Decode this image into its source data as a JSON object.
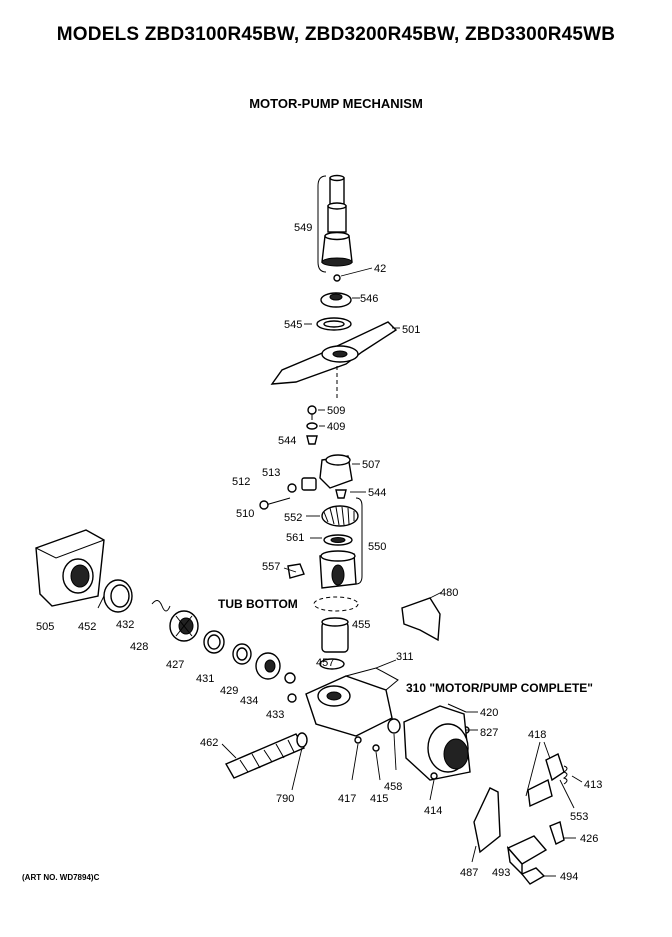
{
  "header": {
    "models": "MODELS ZBD3100R45BW, ZBD3200R45BW, ZBD3300R45WB",
    "section": "MOTOR-PUMP MECHANISM"
  },
  "captions": {
    "tub_bottom": "TUB BOTTOM",
    "motor_pump_complete": "310 \"MOTOR/PUMP COMPLETE\""
  },
  "part_labels": {
    "p549": "549",
    "p42": "42",
    "p546": "546",
    "p545": "545",
    "p501": "501",
    "p509": "509",
    "p409": "409",
    "p544a": "544",
    "p507": "507",
    "p513": "513",
    "p512": "512",
    "p544b": "544",
    "p510": "510",
    "p552": "552",
    "p561": "561",
    "p550": "550",
    "p557": "557",
    "p480": "480",
    "p505": "505",
    "p452": "452",
    "p432": "432",
    "p428": "428",
    "p455": "455",
    "p427": "427",
    "p431": "431",
    "p311": "311",
    "p457": "457",
    "p429": "429",
    "p434": "434",
    "p433": "433",
    "p420": "420",
    "p827": "827",
    "p418": "418",
    "p462": "462",
    "p413": "413",
    "p458": "458",
    "p553": "553",
    "p790": "790",
    "p417": "417",
    "p415": "415",
    "p414": "414",
    "p426": "426",
    "p487": "487",
    "p493": "493",
    "p494": "494"
  },
  "footer": {
    "art_number": "(ART NO. WD7894)C"
  }
}
